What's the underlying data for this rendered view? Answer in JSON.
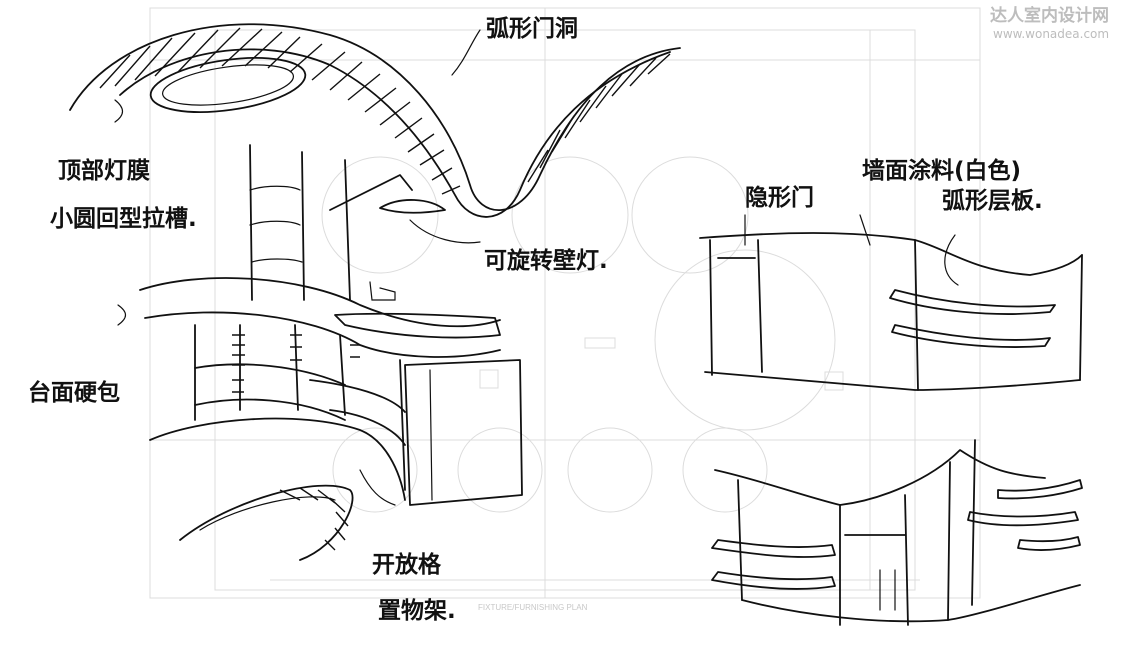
{
  "watermark": {
    "site_name": "达人室内设计网",
    "site_url": "www.wonadea.com"
  },
  "plan": {
    "title": "FIXTURE/FURNISHING PLAN"
  },
  "annotations": {
    "arc_opening": "弧形门洞",
    "ceiling_light_line1": "顶部灯膜",
    "ceiling_light_line2": "小圆回型拉槽.",
    "rotating_wall_lamp": "可旋转壁灯.",
    "countertop": "台面硬包",
    "open_shelf_line1": "开放格",
    "open_shelf_line2": "置物架.",
    "hidden_door": "隐形门",
    "wall_paint": "墙面涂料(白色)",
    "curved_shelf": "弧形层板."
  },
  "colors": {
    "ink": "#111111",
    "plan_lines": "#dcdcdc",
    "watermark": "#bdbdbd"
  }
}
